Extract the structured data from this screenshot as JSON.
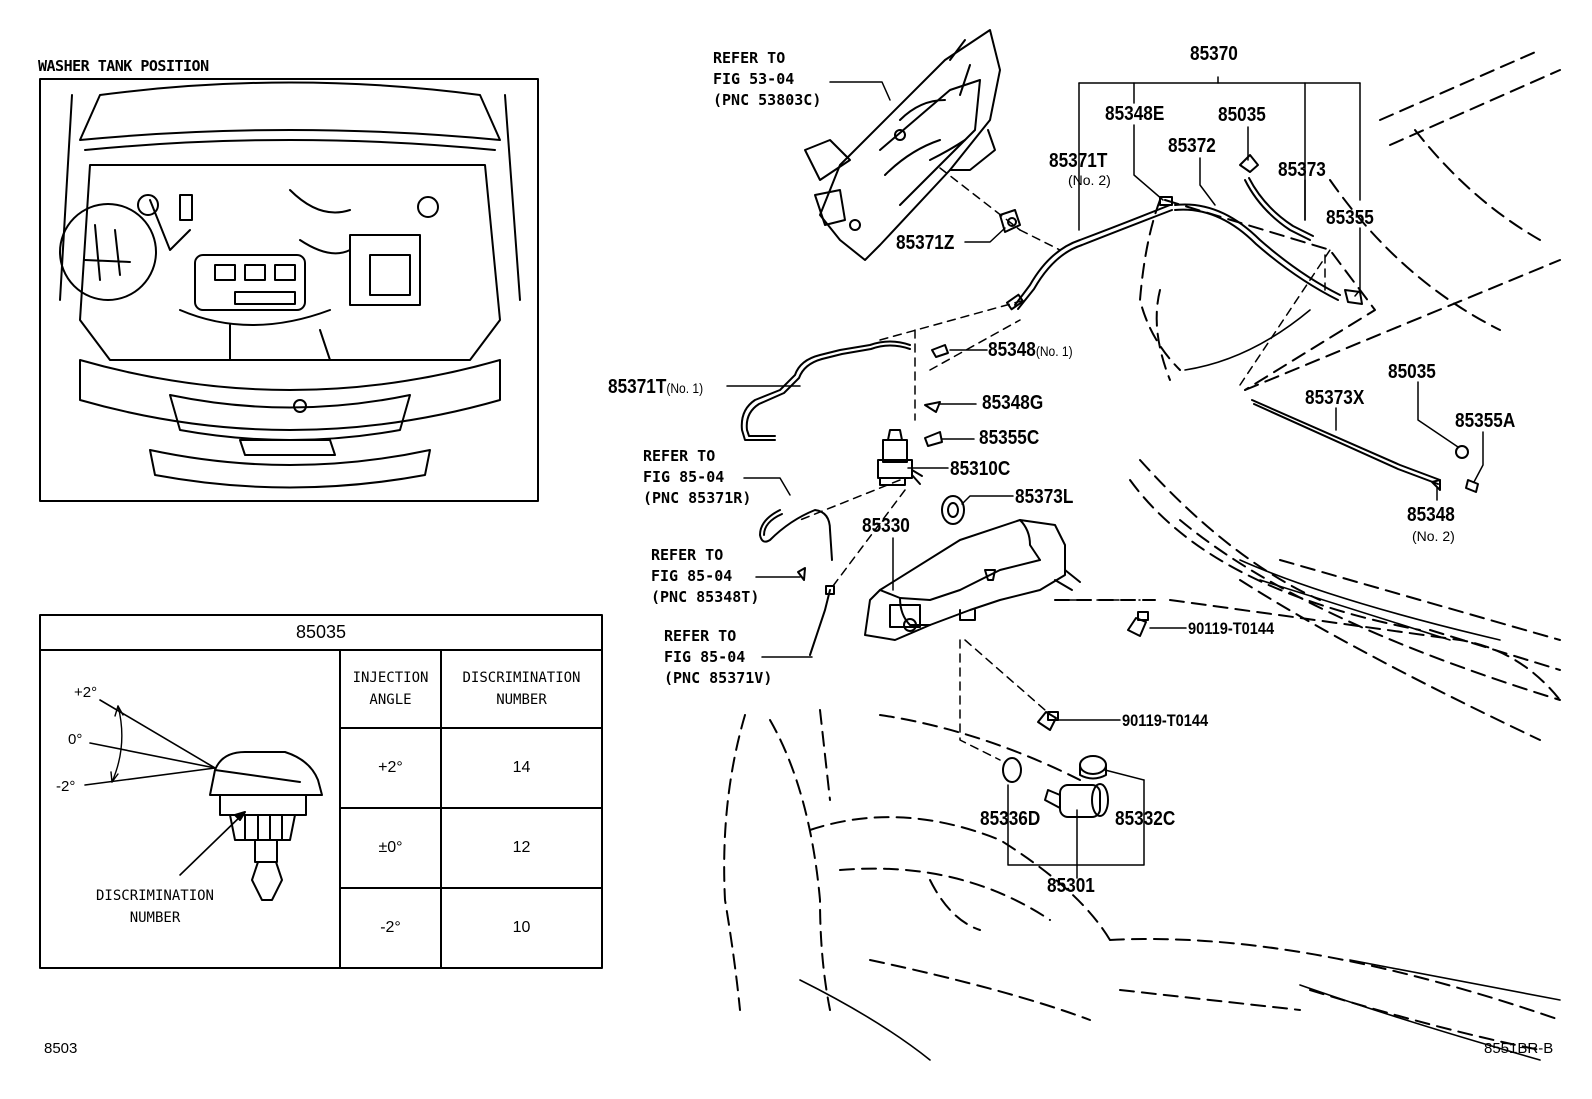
{
  "inset": {
    "title": "WASHER TANK POSITION"
  },
  "table": {
    "part": "85035",
    "col_angle": "INJECTION\nANGLE",
    "col_disc": "DISCRIMINATION\nNUMBER",
    "rows": [
      {
        "angle": "+2°",
        "number": "14"
      },
      {
        "angle": "±0°",
        "number": "12"
      },
      {
        "angle": "-2°",
        "number": "10"
      }
    ],
    "angles": {
      "plus": "+2°",
      "zero": "0°",
      "minus": "-2°"
    },
    "disc_label": "DISCRIMINATION\nNUMBER"
  },
  "callouts": {
    "p85370": "85370",
    "p85348E": "85348E",
    "p85035a": "85035",
    "p85372": "85372",
    "p85371T_no2": "85371T",
    "no2_a": "(No. 2)",
    "p85373": "85373",
    "p85355": "85355",
    "p85371Z": "85371Z",
    "p85348_no1": "85348",
    "no1_a": "(No. 1)",
    "p85371T_no1": "85371T",
    "no1_b": "(No. 1)",
    "p85348G": "85348G",
    "p85355C": "85355C",
    "p85310C": "85310C",
    "p85373L": "85373L",
    "p85330": "85330",
    "p85035b": "85035",
    "p85373X": "85373X",
    "p85355A": "85355A",
    "p85348_no2": "85348",
    "no2_b": "(No. 2)",
    "p90119a": "90119-T0144",
    "p90119b": "90119-T0144",
    "p85336D": "85336D",
    "p85332C": "85332C",
    "p85301": "85301"
  },
  "refers": {
    "r1": "REFER TO\nFIG 53-04\n(PNC 53803C)",
    "r2": "REFER TO\nFIG 85-04\n(PNC 85371R)",
    "r3": "REFER TO\nFIG 85-04\n(PNC 85348T)",
    "r4": "REFER TO\nFIG 85-04\n(PNC 85371V)"
  },
  "footer": {
    "left": "8503",
    "right": "8551BR-B"
  }
}
